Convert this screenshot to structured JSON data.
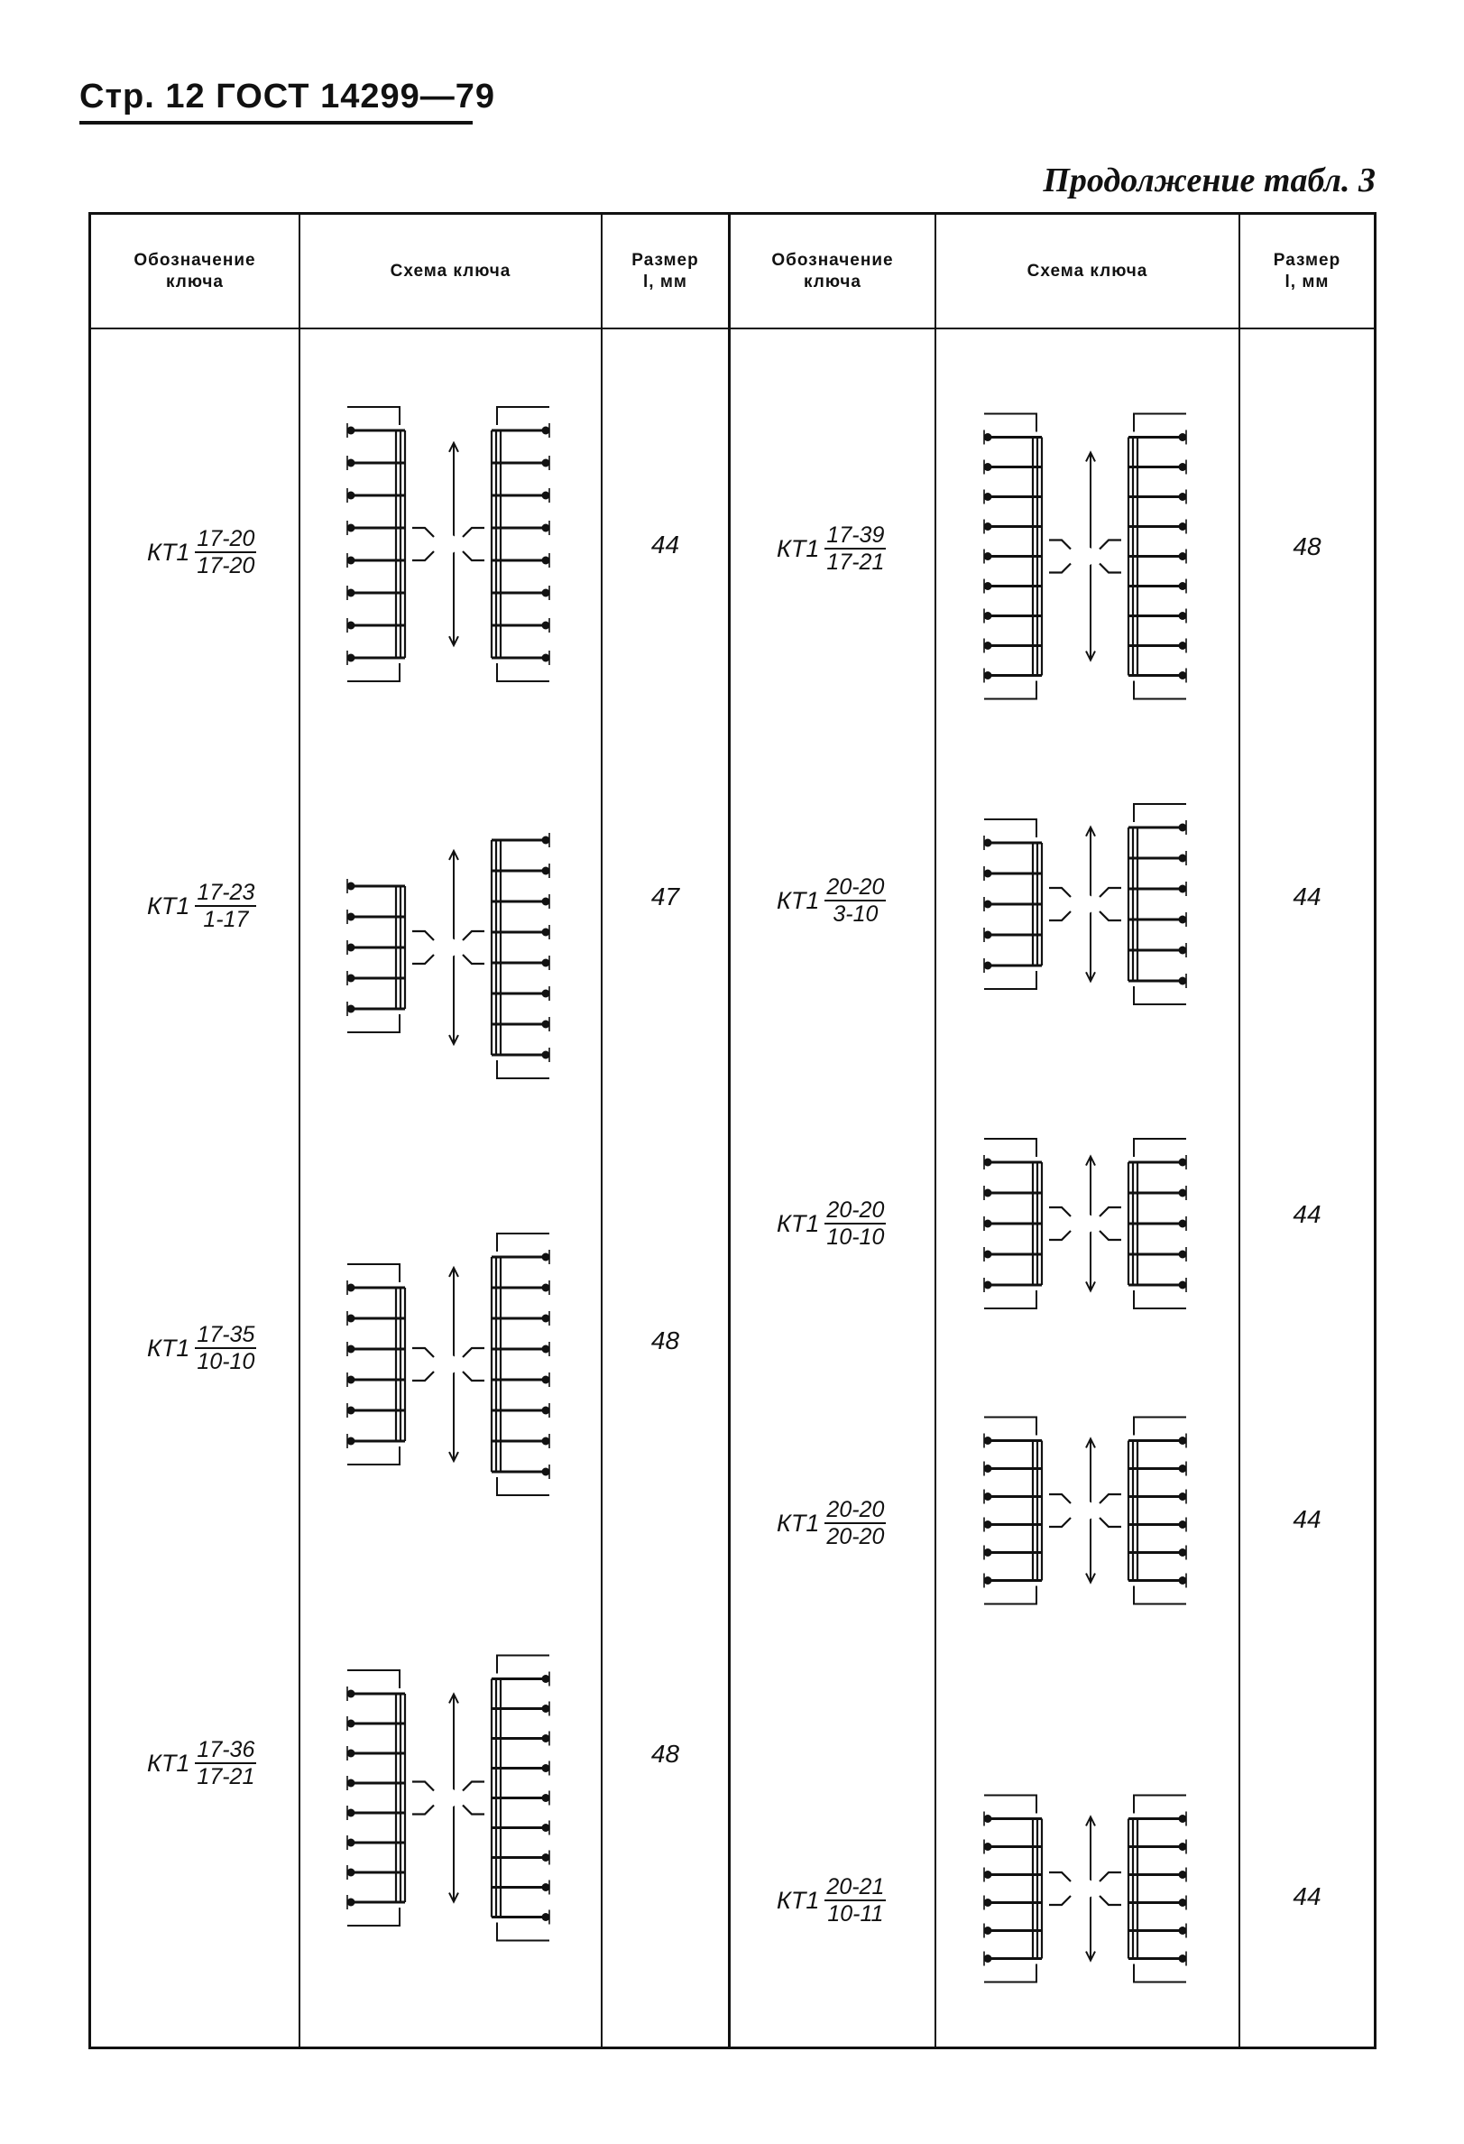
{
  "header": {
    "page_line": "Стр. 12 ГОСТ 14299—79"
  },
  "caption": "Продолжение табл. 3",
  "table": {
    "headers": {
      "designation": "Обозначение\nключа",
      "scheme": "Схема ключа",
      "size": "Размер\nl, мм"
    },
    "left": [
      {
        "prefix": "КТ1",
        "numerator": "17-20",
        "denominator": "17-20",
        "size": "44"
      },
      {
        "prefix": "КТ1",
        "numerator": "17-23",
        "denominator": "1-17",
        "size": "47"
      },
      {
        "prefix": "КТ1",
        "numerator": "17-35",
        "denominator": "10-10",
        "size": "48"
      },
      {
        "prefix": "КТ1",
        "numerator": "17-36",
        "denominator": "17-21",
        "size": "48"
      }
    ],
    "right": [
      {
        "prefix": "КТ1",
        "numerator": "17-39",
        "denominator": "17-21",
        "size": "48"
      },
      {
        "prefix": "КТ1",
        "numerator": "20-20",
        "denominator": "3-10",
        "size": "44"
      },
      {
        "prefix": "КТ1",
        "numerator": "20-20",
        "denominator": "10-10",
        "size": "44"
      },
      {
        "prefix": "КТ1",
        "numerator": "20-20",
        "denominator": "20-20",
        "size": "44"
      },
      {
        "prefix": "КТ1",
        "numerator": "20-21",
        "denominator": "10-11",
        "size": "44"
      }
    ]
  }
}
